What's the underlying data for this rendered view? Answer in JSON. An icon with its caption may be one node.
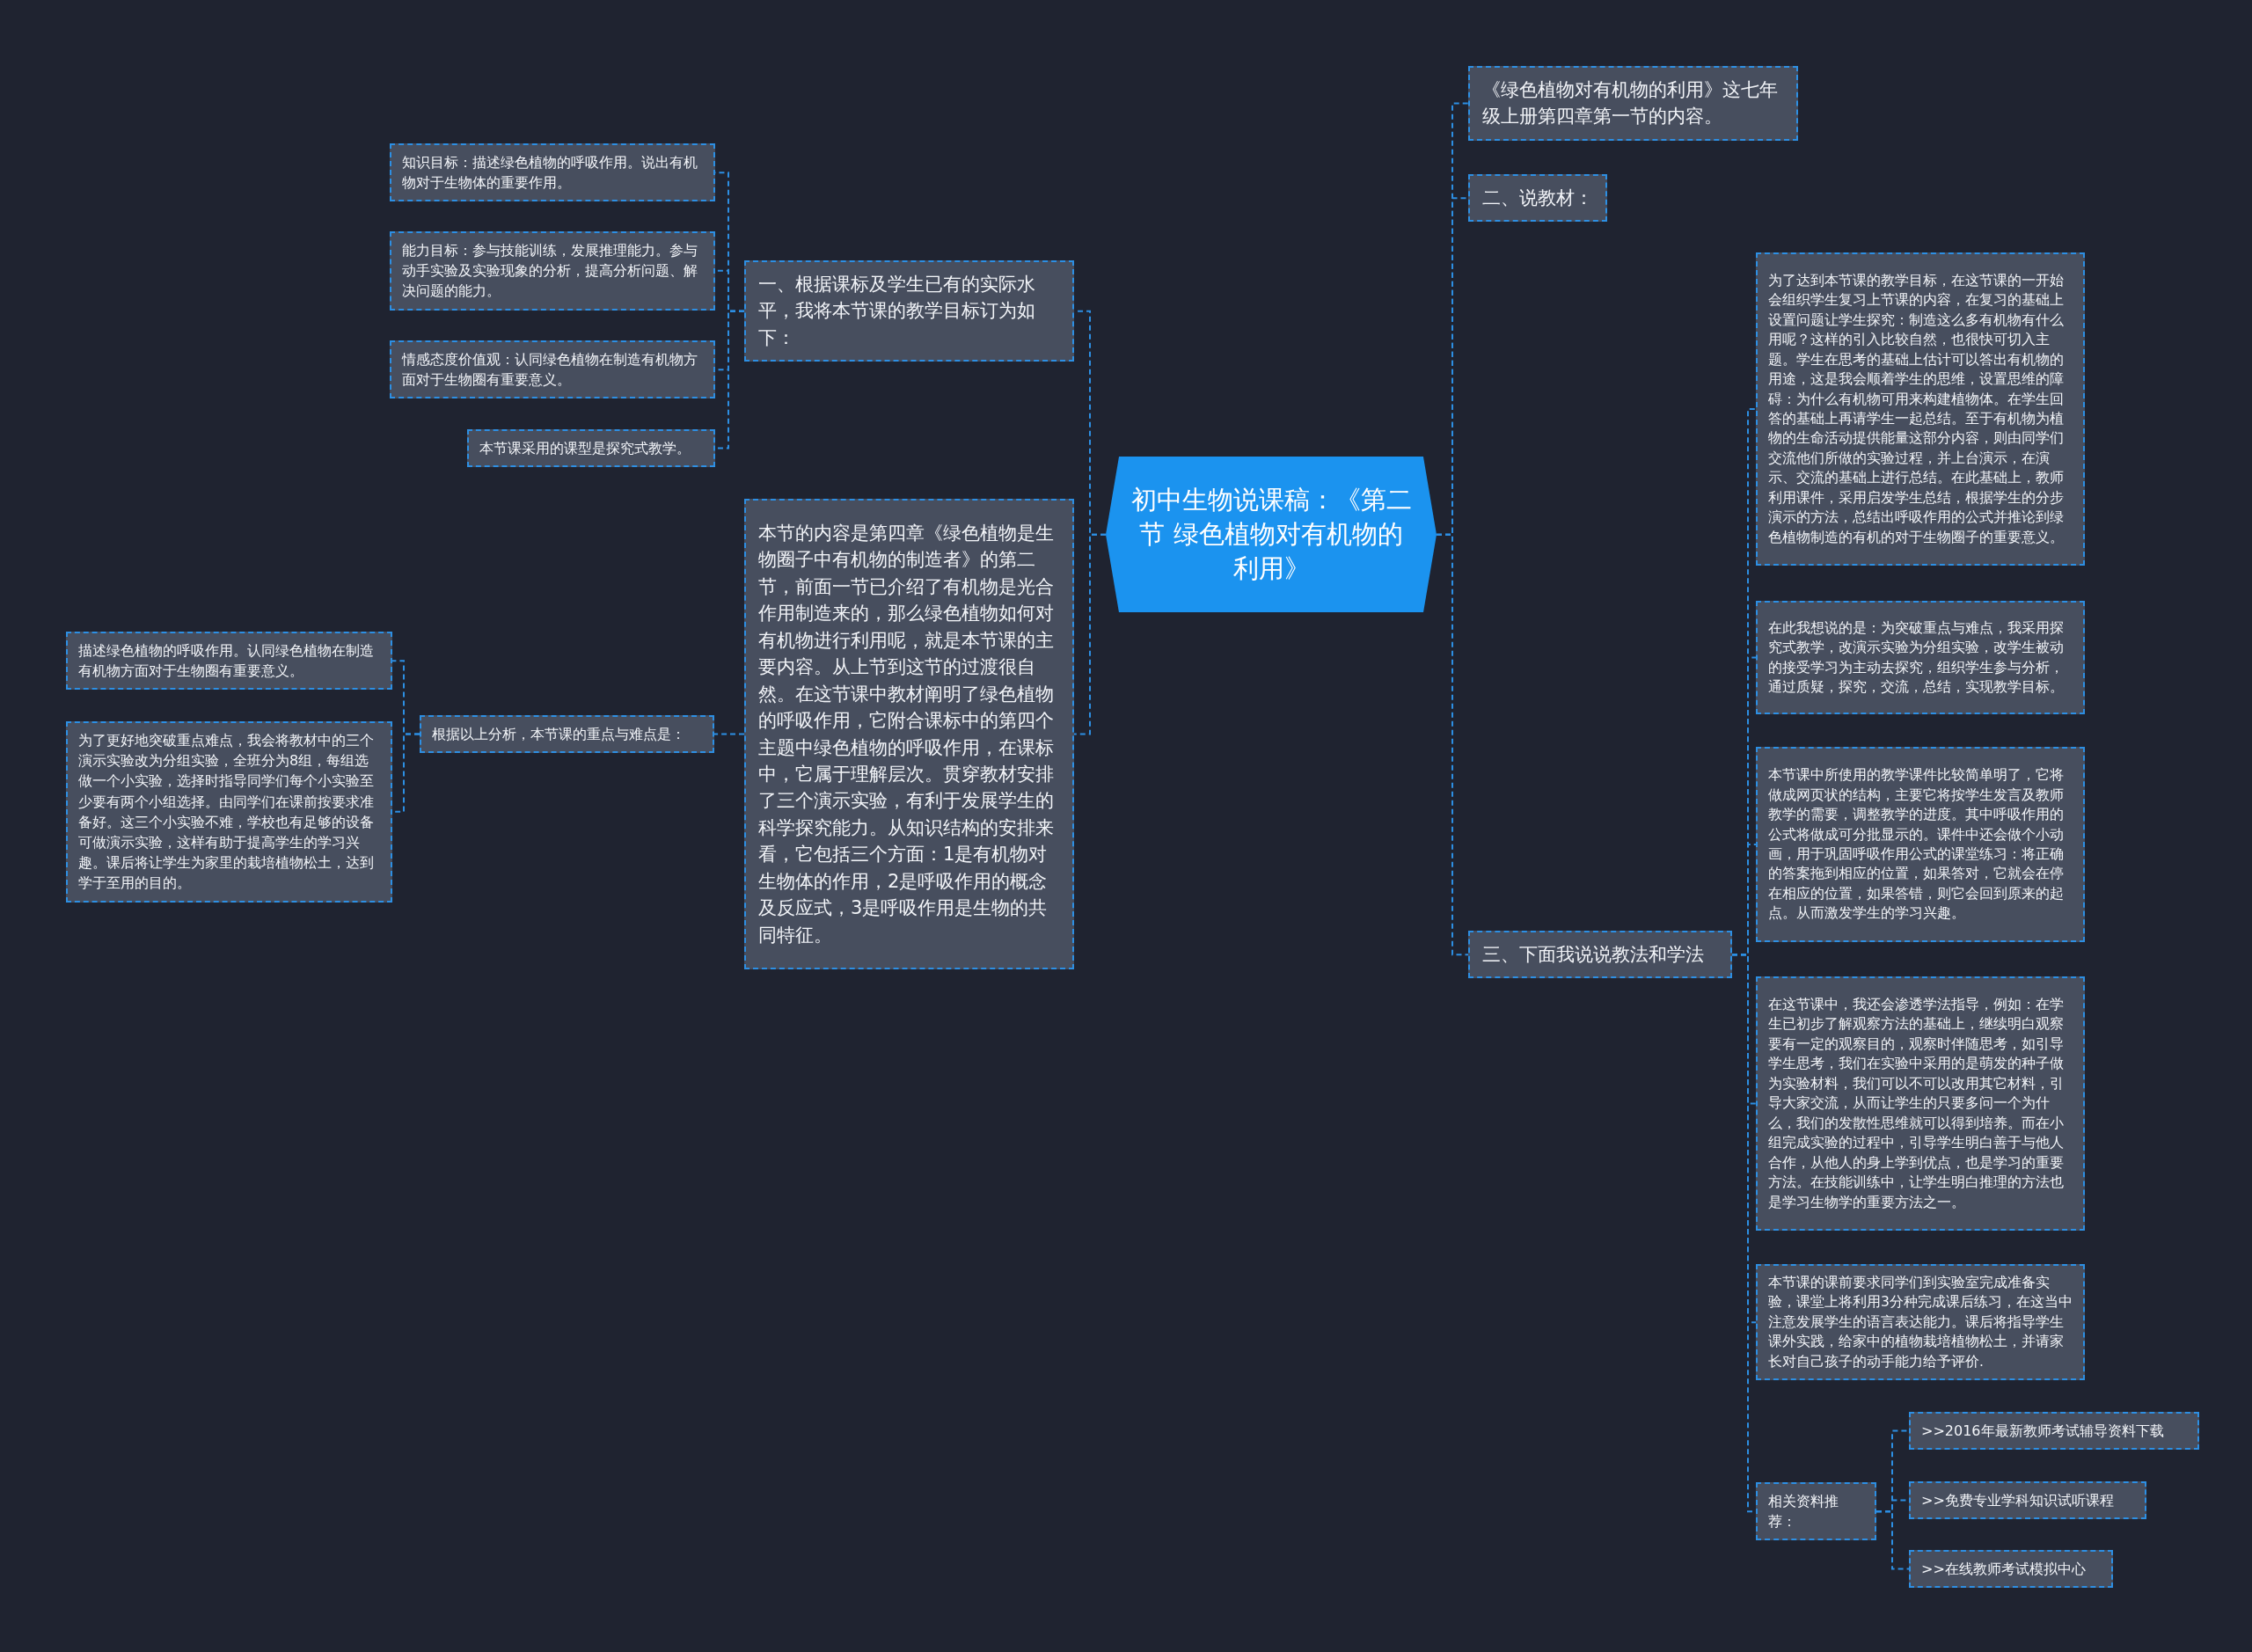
{
  "diagram": {
    "nodes": [
      {
        "text": [
          "初中生物说课稿：《第二节 绿色植物对有机物的利用》"
        ]
      },
      {
        "text": [
          "一、根据课标及学生已有的实际水平，我将本节课的教学目标订为如下："
        ]
      },
      {
        "text": [
          "知识目标：描述绿色植物的呼吸作用。说出有机物对于生物体的重要作用。"
        ]
      },
      {
        "text": [
          "能力目标：参与技能训练，发展推理能力。参与动手实验及实验现象的分析，提高分析问题、解决问题的能力。"
        ]
      },
      {
        "text": [
          "情感态度价值观：认同绿色植物在制造有机物方面对于生物圈有重要意义。"
        ]
      },
      {
        "text": [
          "本节课采用的课型是探究式教学。"
        ]
      },
      {
        "text": [
          "本节的内容是第四章《绿色植物是生物圈子中有机物的制造者》的第二节，前面一节已介绍了有机物是光合作用制造来的，那么绿色植物如何对有机物进行利用呢，就是本节课的主要内容。从上节到这节的过渡很自然。在这节课中教材阐明了绿色植物的呼吸作用，它附合课标中的第四个主题中绿色植物的呼吸作用，在课标中，它属于理解层次。贯穿教材安排了三个演示实验，有利于发展学生的科学探究能力。从知识结构的安排来看，它包括三个方面：1是有机物对生物体的作用，2是呼吸作用的概念及反应式，3是呼吸作用是生物的共同特征。"
        ]
      },
      {
        "text": [
          "根据以上分析，本节课的重点与难点是："
        ]
      },
      {
        "text": [
          "描述绿色植物的呼吸作用。认同绿色植物在制造有机物方面对于生物圈有重要意义。"
        ]
      },
      {
        "text": [
          "为了更好地突破重点难点，我会将教材中的三个演示实验改为分组实验，全班分为8组，每组选做一个小实验，选择时指导同学们每个小实验至少要有两个小组选择。由同学们在课前按要求准备好。这三个小实验不难，学校也有足够的设备可做演示实验，这样有助于提高学生的学习兴趣。课后将让学生为家里的栽培植物松土，达到学于至用的目的。"
        ]
      },
      {
        "text": [
          "《绿色植物对有机物的利用》这七年级上册第四章第一节的内容。"
        ]
      },
      {
        "text": [
          "二、说教材："
        ]
      },
      {
        "text": [
          "三、下面我说说教法和学法"
        ]
      },
      {
        "text": [
          "为了达到本节课的教学目标，在这节课的一开始会组织学生复习上节课的内容，在复习的基础上设置问题让学生探究：制造这么多有机物有什么用呢？这样的引入比较自然，也很快可切入主题。学生在思考的基础上估计可以答出有机物的用途，这是我会顺着学生的思维，设置思维的障碍：为什么有机物可用来构建植物体。在学生回答的基础上再请学生一起总结。至于有机物为植物的生命活动提供能量这部分内容，则由同学们交流他们所做的实验过程，并上台演示，在演示、交流的基础上进行总结。在此基础上，教师利用课件，采用启发学生总结，根据学生的分步演示的方法，总结出呼吸作用的公式并推论到绿色植物制造的有机的对于生物圈子的重要意义。"
        ]
      },
      {
        "text": [
          "在此我想说的是：为突破重点与难点，我采用探究式教学，改演示实验为分组实验，改学生被动的接受学习为主动去探究，组织学生参与分析，通过质疑，探究，交流，总结，实现教学目标。"
        ]
      },
      {
        "text": [
          "本节课中所使用的教学课件比较简单明了，它将做成网页状的结构，主要它将按学生发言及教师教学的需要，调整教学的进度。其中呼吸作用的公式将做成可分批显示的。课件中还会做个小动画，用于巩固呼吸作用公式的课堂练习：将正确的答案拖到相应的位置，如果答对，它就会在停在相应的位置，如果答错，则它会回到原来的起点。从而激发学生的学习兴趣。"
        ]
      },
      {
        "text": [
          "在这节课中，我还会渗透学法指导，例如：在学生已初步了解观察方法的基础上，继续明白观察要有一定的观察目的，观察时伴随思考，如引导学生思考，我们在实验中采用的是萌发的种子做为实验材料，我们可以不可以改用其它材料，引导大家交流，从而让学生的只要多问一个为什么，我们的发散性思维就可以得到培养。而在小组完成实验的过程中，引导学生明白善于与他人合作，从他人的身上学到优点，也是学习的重要方法。在技能训练中，让学生明白推理的方法也是学习生物学的重要方法之一。"
        ]
      },
      {
        "text": [
          "本节课的课前要求同学们到实验室完成准备实验，课堂上将利用3分种完成课后练习，在这当中注意发展学生的语言表达能力。课后将指导学生课外实践，给家中的植物栽培植物松土，并请家长对自己孩子的动手能力给予评价."
        ]
      },
      {
        "text": [
          "相关资料推荐："
        ]
      },
      {
        "text": [
          ">>2016年最新教师考试辅导资料下载"
        ]
      },
      {
        "text": [
          ">>免费专业学科知识试听课程"
        ]
      },
      {
        "text": [
          ">>在线教师考试模拟中心"
        ]
      }
    ],
    "edges": [
      {
        "from": 0,
        "to": 1,
        "arrow": "none"
      },
      {
        "from": 1,
        "to": 2,
        "arrow": "none"
      },
      {
        "from": 1,
        "to": 3,
        "arrow": "none"
      },
      {
        "from": 1,
        "to": 4,
        "arrow": "none"
      },
      {
        "from": 1,
        "to": 5,
        "arrow": "none"
      },
      {
        "from": 0,
        "to": 6,
        "arrow": "none"
      },
      {
        "from": 6,
        "to": 7,
        "arrow": "none"
      },
      {
        "from": 7,
        "to": 8,
        "arrow": "none"
      },
      {
        "from": 7,
        "to": 9,
        "arrow": "none"
      },
      {
        "from": 0,
        "to": 10,
        "arrow": "none"
      },
      {
        "from": 0,
        "to": 11,
        "arrow": "none"
      },
      {
        "from": 0,
        "to": 12,
        "arrow": "none"
      },
      {
        "from": 12,
        "to": 13,
        "arrow": "none"
      },
      {
        "from": 12,
        "to": 14,
        "arrow": "none"
      },
      {
        "from": 12,
        "to": 15,
        "arrow": "none"
      },
      {
        "from": 12,
        "to": 16,
        "arrow": "none"
      },
      {
        "from": 12,
        "to": 17,
        "arrow": "none"
      },
      {
        "from": 12,
        "to": 18,
        "arrow": "none"
      },
      {
        "from": 18,
        "to": 19,
        "arrow": "none"
      },
      {
        "from": 18,
        "to": 20,
        "arrow": "none"
      },
      {
        "from": 18,
        "to": 21,
        "arrow": "none"
      }
    ]
  }
}
